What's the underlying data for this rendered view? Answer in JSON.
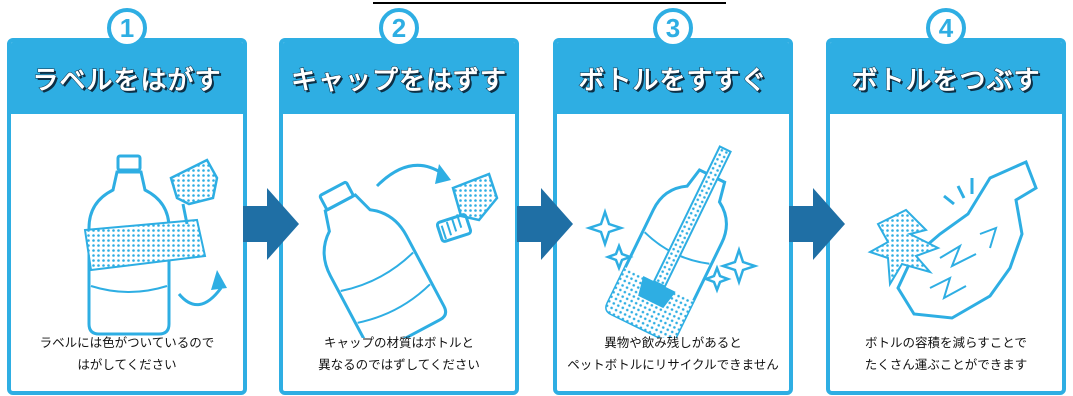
{
  "colors": {
    "accent": "#2eaee3",
    "arrow": "#1f6fa5",
    "title_outline": "#0d2f45"
  },
  "steps": [
    {
      "number": "1",
      "title": "ラベルをはがす",
      "caption_line1": "ラベルには色がついているので",
      "caption_line2": "はがしてください",
      "icon": "bottle-label-peel-icon"
    },
    {
      "number": "2",
      "title": "キャップをはずす",
      "caption_line1": "キャップの材質はボトルと",
      "caption_line2": "異なるのではずしてください",
      "icon": "bottle-cap-remove-icon"
    },
    {
      "number": "3",
      "title": "ボトルをすすぐ",
      "caption_line1": "異物や飲み残しがあると",
      "caption_line2": "ペットボトルにリサイクルできません",
      "icon": "bottle-rinse-icon"
    },
    {
      "number": "4",
      "title": "ボトルをつぶす",
      "caption_line1": "ボトルの容積を減らすことで",
      "caption_line2": "たくさん運ぶことができます",
      "icon": "bottle-crush-icon"
    }
  ],
  "arrows": [
    "right-arrow-icon",
    "right-arrow-icon",
    "right-arrow-icon"
  ]
}
